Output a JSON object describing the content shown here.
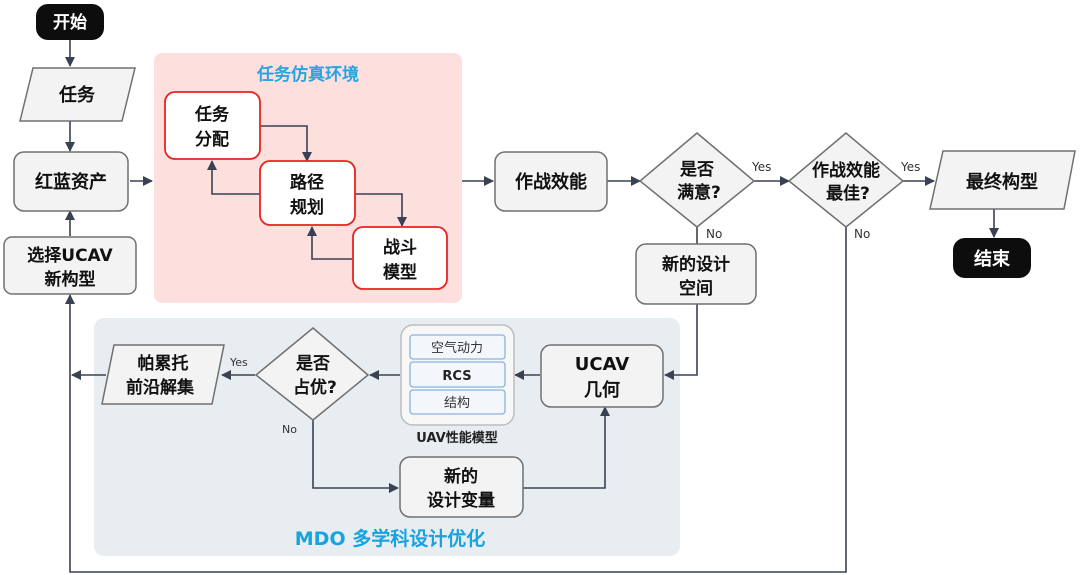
{
  "colors": {
    "line": "#3a4152",
    "node_fill": "#f3f3f3",
    "node_stroke": "#707070",
    "terminal_fill": "#0d0d0d",
    "terminal_text": "#ffffff",
    "sim_bg": "#fde0dd",
    "sim_node_stroke": "#e8231e",
    "sim_title": "#2aa4e0",
    "mdo_bg": "#e7edf1",
    "mdo_title": "#17a3e0",
    "subbox_stroke": "#8ab4dc"
  },
  "nodes": {
    "start": "开始",
    "mission": "任务",
    "red_blue_assets": "红蓝资产",
    "select_ucav_l1": "选择UCAV",
    "select_ucav_l2": "新构型",
    "task_alloc_l1": "任务",
    "task_alloc_l2": "分配",
    "path_plan_l1": "路径",
    "path_plan_l2": "规划",
    "combat_model_l1": "战斗",
    "combat_model_l2": "模型",
    "combat_effectiveness": "作战效能",
    "satisfied_l1": "是否",
    "satisfied_l2": "满意?",
    "best_l1": "作战效能",
    "best_l2": "最佳?",
    "final_config": "最终构型",
    "end": "结束",
    "new_design_space_l1": "新的设计",
    "new_design_space_l2": "空间",
    "ucav_geo_l1": "UCAV",
    "ucav_geo_l2": "几何",
    "aero": "空气动力",
    "rcs": "RCS",
    "structure": "结构",
    "perf_model_label": "UAV性能模型",
    "dominant_l1": "是否",
    "dominant_l2": "占优?",
    "pareto_l1": "帕累托",
    "pareto_l2": "前沿解集",
    "new_vars_l1": "新的",
    "new_vars_l2": "设计变量"
  },
  "groups": {
    "sim_title": "任务仿真环境",
    "mdo_title": "MDO 多学科设计优化"
  },
  "edge_labels": {
    "yes": "Yes",
    "no": "No"
  }
}
